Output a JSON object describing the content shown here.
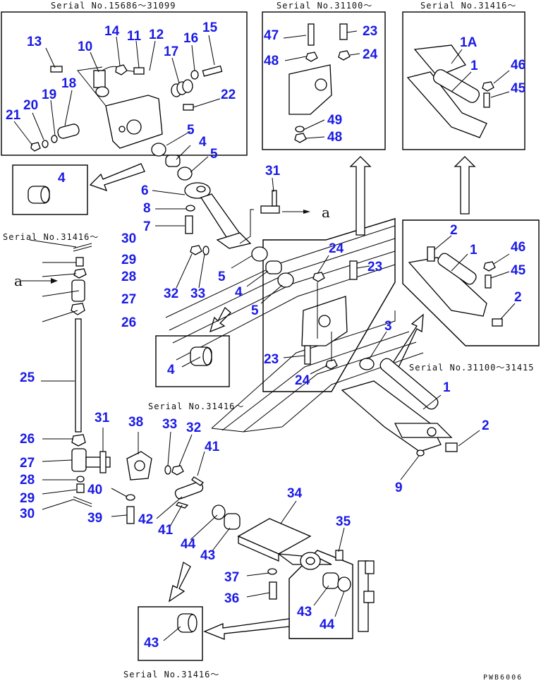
{
  "serials": {
    "top_left": "Serial No.15686～31099",
    "top_mid": "Serial No.31100～",
    "top_right": "Serial No.31416～",
    "mid_left": "Serial No.31416～",
    "mid_right": "Serial No.31100～31415",
    "center": "Serial No.31416～",
    "bottom": "Serial No.31416～"
  },
  "ref_letter": "a",
  "drawing_code": "PWB6006",
  "callouts": {
    "c13": "13",
    "c14": "14",
    "c11": "11",
    "c12": "12",
    "c16": "16",
    "c15": "15",
    "c10": "10",
    "c17": "17",
    "c18": "18",
    "c19": "19",
    "c20": "20",
    "c21": "21",
    "c22": "22",
    "c5a": "5",
    "c4a": "4",
    "c5b": "5",
    "c4box": "4",
    "c47": "47",
    "c23a": "23",
    "c48a": "48",
    "c24a": "24",
    "c49": "49",
    "c48b": "48",
    "c1A": "1A",
    "c1a": "1",
    "c46a": "46",
    "c45a": "45",
    "c31a": "31",
    "c6": "6",
    "c8": "8",
    "c7": "7",
    "c30a": "30",
    "c29a": "29",
    "c28a": "28",
    "c27a": "27",
    "c26a": "26",
    "c25": "25",
    "c32a": "32",
    "c33a": "33",
    "c5c": "5",
    "c4b": "4",
    "c5d": "5",
    "c4c": "4",
    "c24b": "24",
    "c23b": "23",
    "c3": "3",
    "c23c": "23",
    "c24c": "24",
    "c2a": "2",
    "c1b": "1",
    "c46b": "46",
    "c45b": "45",
    "c2b": "2",
    "c1c": "1",
    "c2c": "2",
    "c9": "9",
    "c31b": "31",
    "c38": "38",
    "c33b": "33",
    "c32b": "32",
    "c41a": "41",
    "c26b": "26",
    "c27b": "27",
    "c28b": "28",
    "c29b": "29",
    "c30b": "30",
    "c40": "40",
    "c39": "39",
    "c42": "42",
    "c41b": "41",
    "c34": "34",
    "c44a": "44",
    "c43a": "43",
    "c35": "35",
    "c37": "37",
    "c36": "36",
    "c43b": "43",
    "c44b": "44",
    "c43c": "43"
  }
}
